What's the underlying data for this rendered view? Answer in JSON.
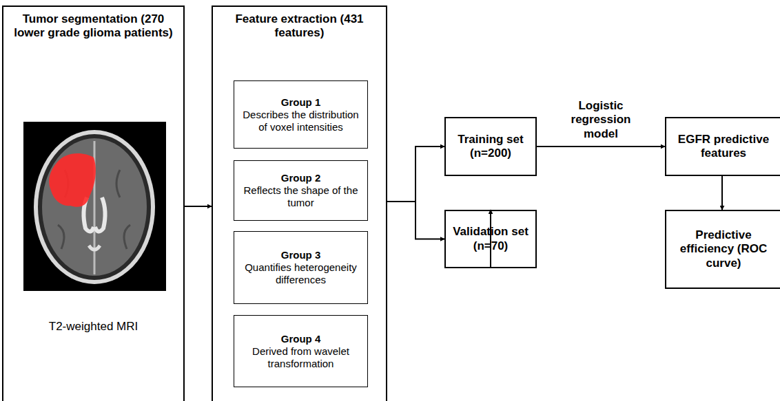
{
  "diagram": {
    "nodes": [
      {
        "text": [
          "Tumor segmentation (270 lower grade glioma patients)",
          "T2-weighted MRI"
        ]
      },
      {
        "text": [
          "Feature extraction (431 features)"
        ]
      },
      {
        "text": [
          "Group 1",
          "Describes the distribution of voxel intensities"
        ],
        "in": 1
      },
      {
        "text": [
          "Group 2",
          "Reflects the shape of the tumor"
        ],
        "in": 1
      },
      {
        "text": [
          "Group 3",
          "Quantifies heterogeneity differences"
        ],
        "in": 1
      },
      {
        "text": [
          "Group 4",
          "Derived from wavelet transformation"
        ],
        "in": 1
      },
      {
        "text": [
          "Training set (n=200)"
        ]
      },
      {
        "text": [
          "Validation set (n=70)"
        ]
      },
      {
        "text": [
          "EGFR predictive features"
        ]
      },
      {
        "text": [
          "Predictive efficiency (ROC curve)"
        ]
      }
    ],
    "edges": [
      {
        "from": 0,
        "to": 1,
        "arrow": "to"
      },
      {
        "from": 1,
        "to": 6,
        "arrow": "to"
      },
      {
        "from": 1,
        "to": 7,
        "arrow": "to"
      },
      {
        "from": 6,
        "to": 8,
        "label": "Logistic regression model",
        "arrow": "to"
      },
      {
        "from": 8,
        "to": 9,
        "arrow": "to"
      },
      {
        "from": 7,
        "to": 9,
        "arrow": "to"
      }
    ]
  }
}
